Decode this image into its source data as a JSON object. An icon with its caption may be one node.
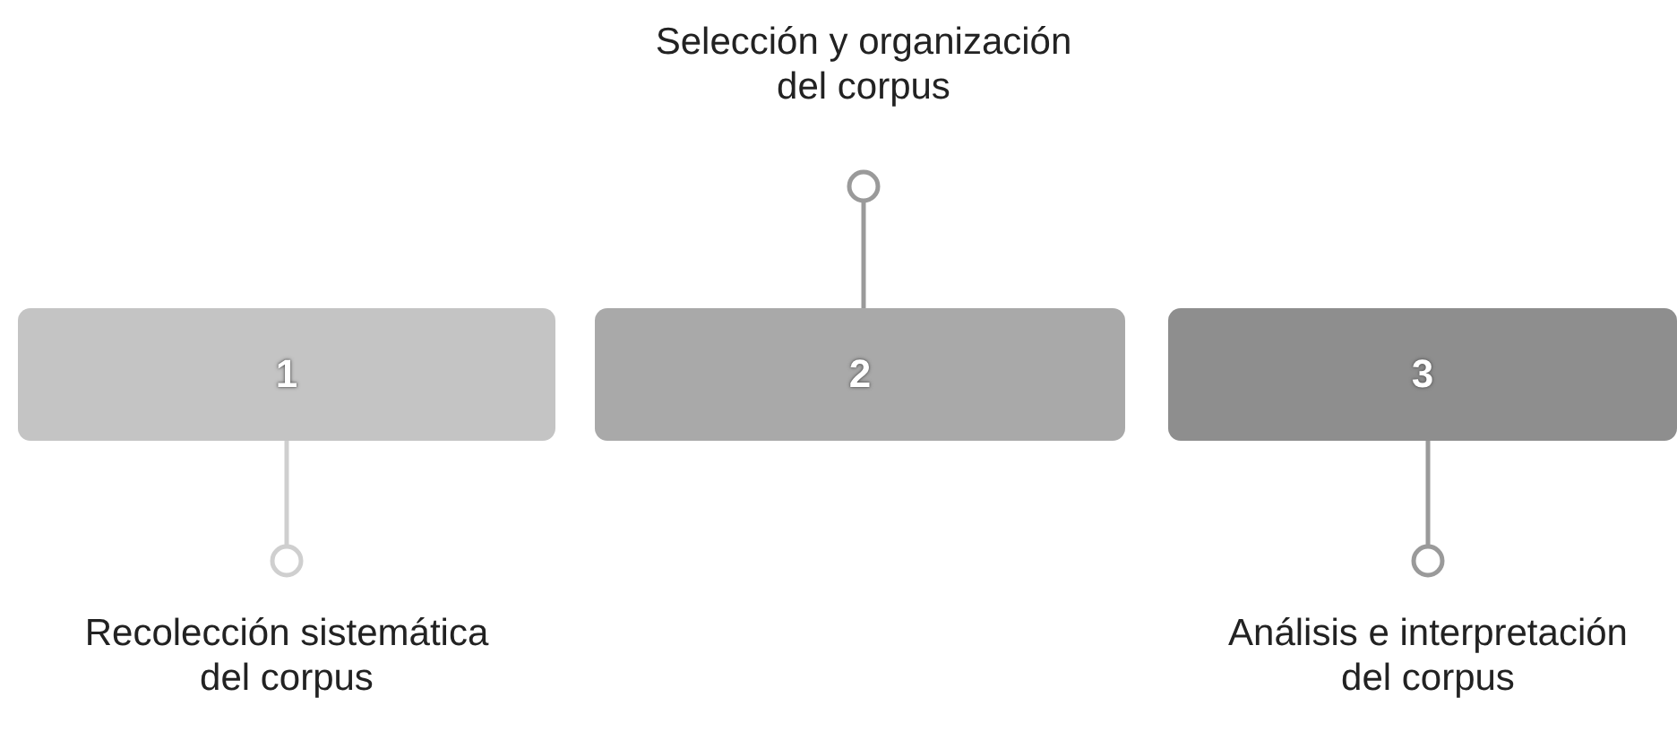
{
  "diagram": {
    "nodes": [
      {
        "text": [
          "1"
        ]
      },
      {
        "text": [
          "2"
        ]
      },
      {
        "text": [
          "3"
        ]
      },
      {
        "text": [
          "Recolección sistemática del corpus"
        ]
      },
      {
        "text": [
          "Selección y organización del corpus"
        ]
      },
      {
        "text": [
          "Análisis e interpretación del corpus"
        ]
      }
    ],
    "edges": [
      {
        "from": 0,
        "to": 3,
        "arrow": "other",
        "color": "#cfcfcf"
      },
      {
        "from": 1,
        "to": 4,
        "arrow": "other"
      },
      {
        "from": 2,
        "to": 5,
        "arrow": "other"
      }
    ]
  }
}
